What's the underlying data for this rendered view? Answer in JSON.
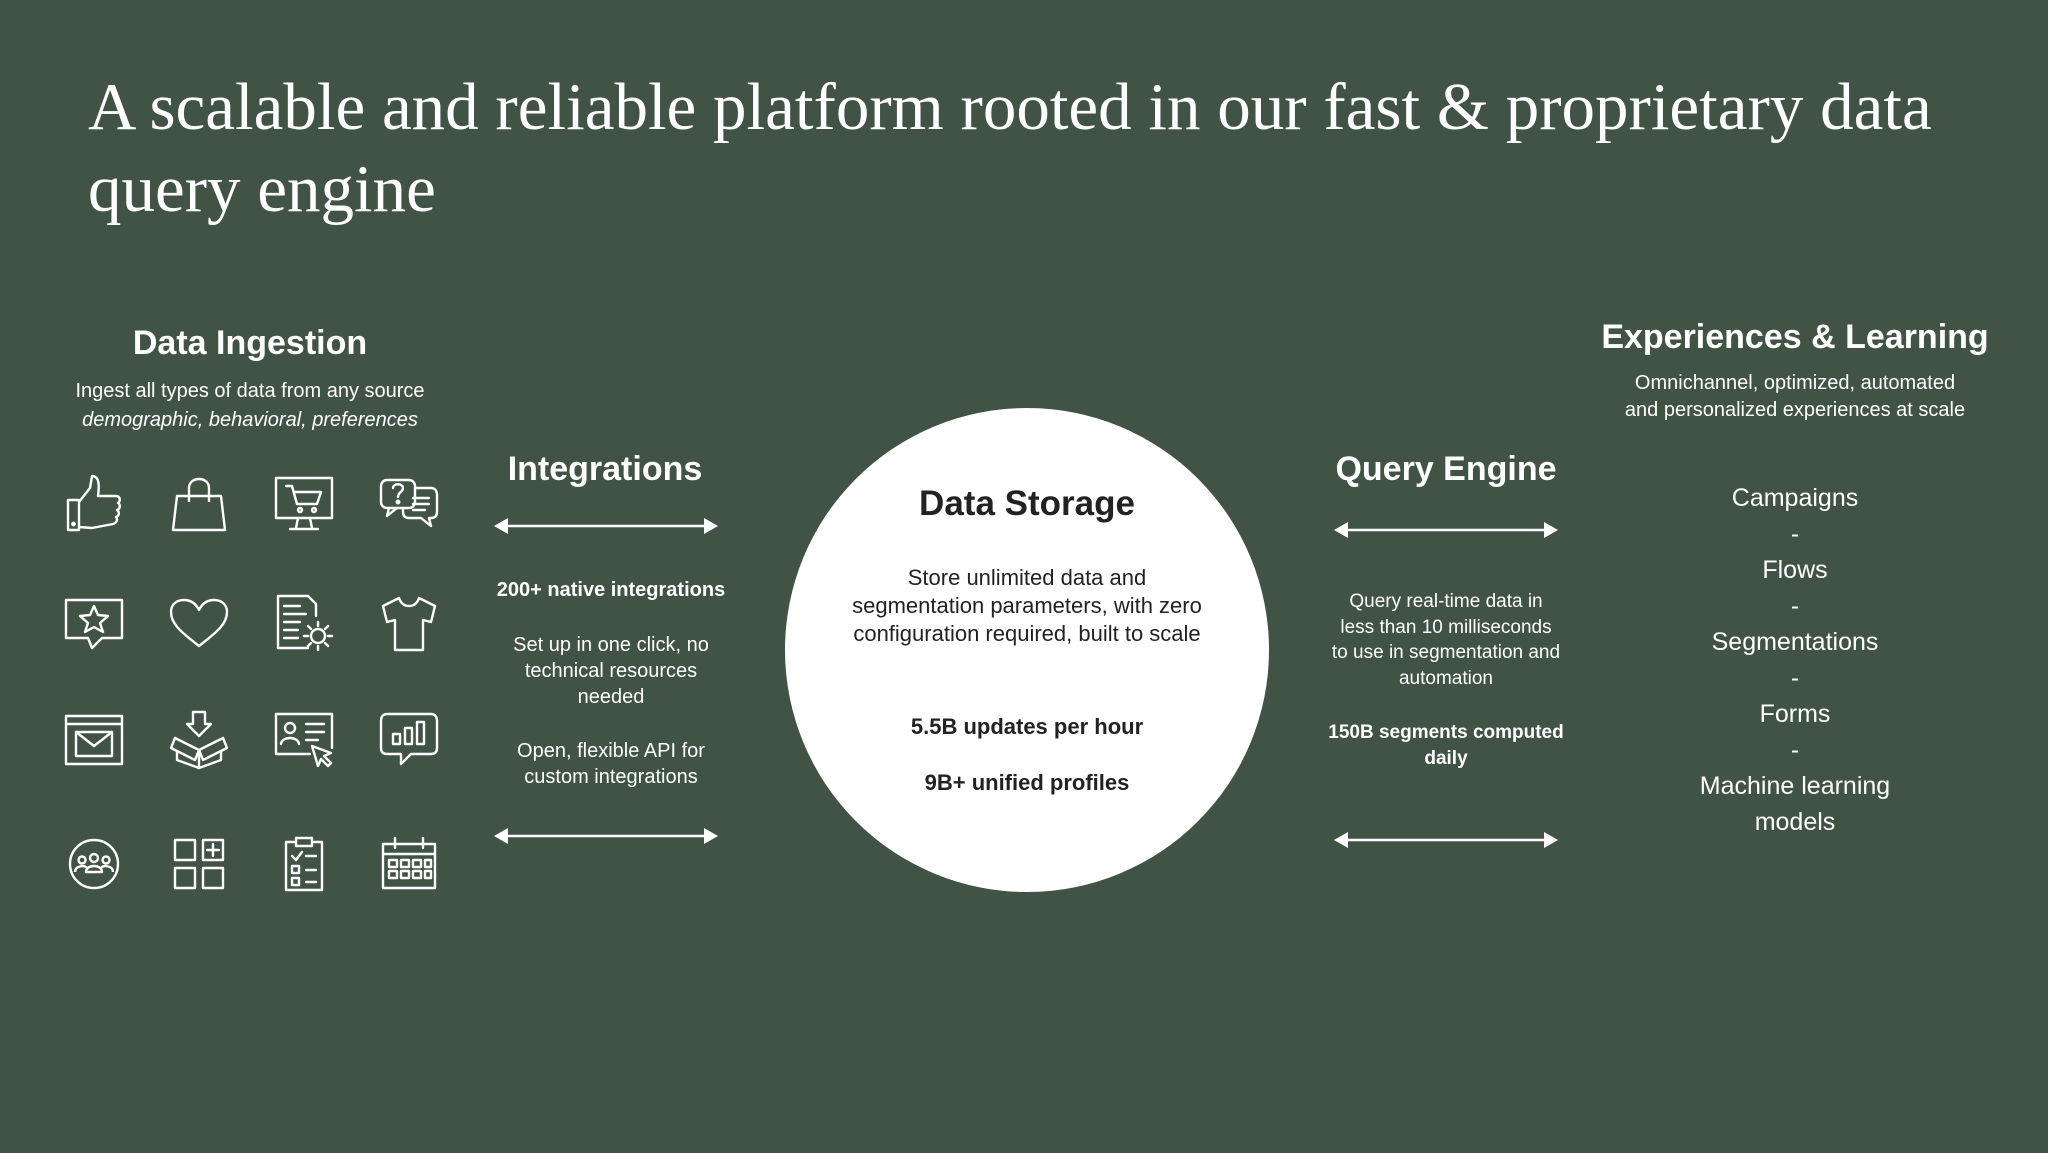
{
  "title": "A scalable and reliable platform rooted in our fast & proprietary data query engine",
  "ingestion": {
    "heading": "Data Ingestion",
    "description": "Ingest all types of data from any source",
    "description_italic": "demographic, behavioral, preferences",
    "icons": [
      "thumbs-up-icon",
      "shopping-bag-icon",
      "monitor-cart-icon",
      "chat-question-icon",
      "star-review-icon",
      "heart-icon",
      "document-gear-icon",
      "t-shirt-icon",
      "email-window-icon",
      "box-download-icon",
      "profile-cursor-icon",
      "chat-chart-icon",
      "community-icon",
      "grid-add-icon",
      "clipboard-checklist-icon",
      "calendar-icon"
    ]
  },
  "integrations": {
    "heading": "Integrations",
    "stat": "200+ native integrations",
    "setup": "Set up in one click, no technical resources needed",
    "api": "Open, flexible API for custom integrations"
  },
  "storage": {
    "heading": "Data Storage",
    "description": "Store unlimited data and segmentation parameters, with zero configuration required, built to scale",
    "stat1": "5.5B updates per hour",
    "stat2": "9B+ unified profiles"
  },
  "query": {
    "heading": "Query Engine",
    "description": "Query real-time data in less than 10 milliseconds to use in segmentation and automation",
    "stat": "150B segments computed daily"
  },
  "experiences": {
    "heading": "Experiences & Learning",
    "description": "Omnichannel, optimized, automated and personalized experiences at scale",
    "items": [
      "Campaigns",
      "-",
      "Flows",
      "-",
      "Segmentations",
      "-",
      "Forms",
      "-",
      "Machine learning models"
    ]
  },
  "colors": {
    "background": "#415344",
    "circle": "#ffffff",
    "text": "#ffffff",
    "circle_text": "#222222"
  }
}
